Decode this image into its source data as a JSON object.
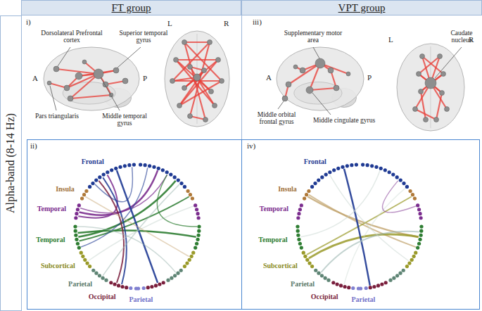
{
  "diagram": {
    "nodes": [
      {
        "text": [
          "FT group"
        ]
      },
      {
        "text": [
          "VPT group"
        ]
      },
      {
        "text": [
          "Alpha-band (8-14 Hz)"
        ]
      },
      {
        "text": [
          "i)"
        ]
      },
      {
        "text": [
          "iii)"
        ]
      },
      {
        "text": [
          "ii)"
        ]
      },
      {
        "text": [
          "iv)"
        ]
      }
    ],
    "labels": [
      "Dorsolateral Prefrontal cortex",
      "Superior temporal gyrus",
      "A",
      "P",
      "L",
      "R",
      "Pars triangularis",
      "Middle temporal gyrus",
      "Supplementary motor area",
      "Caudate nucleus",
      "A",
      "P",
      "L",
      "R",
      "Middle orbital frontal gyrus",
      "Middle cingulate gyrus",
      "Frontal",
      "Insula",
      "Temporal",
      "Temporal",
      "Subcortical",
      "Parietal",
      "Occipital",
      "Parietal",
      "Frontal",
      "Insula",
      "Temporal",
      "Temporal",
      "Subcortical",
      "Parietal",
      "Occipital",
      "Parietal"
    ]
  }
}
